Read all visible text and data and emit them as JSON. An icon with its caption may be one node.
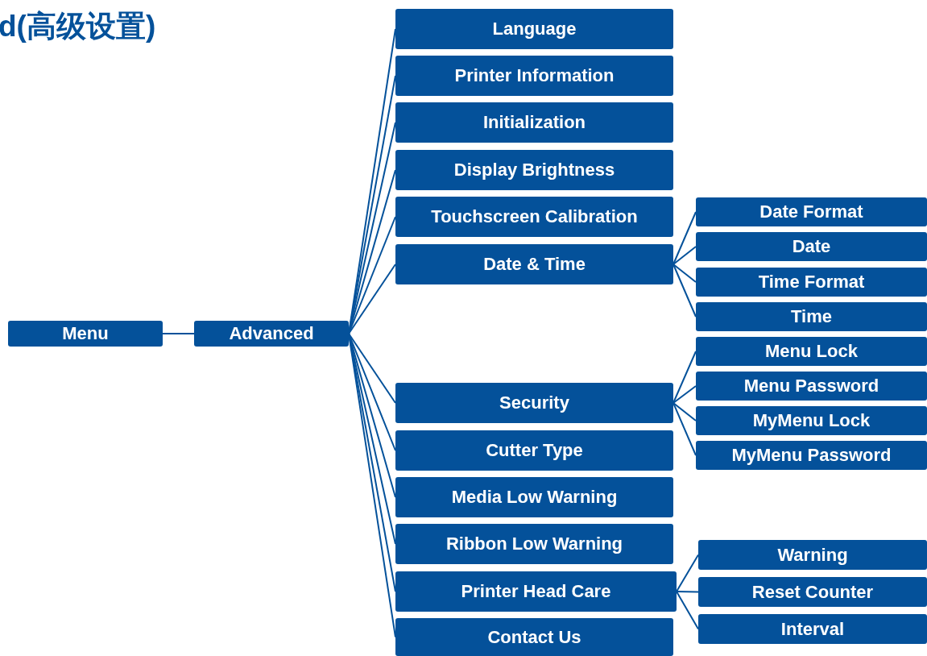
{
  "diagram": {
    "title": "d(高级设置)",
    "nodes": [
      {
        "text": [
          "Menu"
        ]
      },
      {
        "text": [
          "Advanced"
        ]
      },
      {
        "text": [
          "Language"
        ]
      },
      {
        "text": [
          "Printer Information"
        ]
      },
      {
        "text": [
          "Initialization"
        ]
      },
      {
        "text": [
          "Display Brightness"
        ]
      },
      {
        "text": [
          "Touchscreen Calibration"
        ]
      },
      {
        "text": [
          "Date & Time"
        ]
      },
      {
        "text": [
          "Date Format"
        ]
      },
      {
        "text": [
          "Date"
        ]
      },
      {
        "text": [
          "Time Format"
        ]
      },
      {
        "text": [
          "Time"
        ]
      },
      {
        "text": [
          "Security"
        ]
      },
      {
        "text": [
          "Menu Lock"
        ]
      },
      {
        "text": [
          "Menu Password"
        ]
      },
      {
        "text": [
          "MyMenu Lock"
        ]
      },
      {
        "text": [
          "MyMenu Password"
        ]
      },
      {
        "text": [
          "Cutter Type"
        ]
      },
      {
        "text": [
          "Media Low Warning"
        ]
      },
      {
        "text": [
          "Ribbon Low Warning"
        ]
      },
      {
        "text": [
          "Printer Head Care"
        ]
      },
      {
        "text": [
          "Warning"
        ]
      },
      {
        "text": [
          "Reset Counter"
        ]
      },
      {
        "text": [
          "Interval"
        ]
      },
      {
        "text": [
          "Contact Us"
        ]
      }
    ],
    "edges": [
      {
        "from": 0,
        "to": 1,
        "arrow": "none"
      },
      {
        "from": 1,
        "to": 2,
        "arrow": "none"
      },
      {
        "from": 1,
        "to": 3,
        "arrow": "none"
      },
      {
        "from": 1,
        "to": 4,
        "arrow": "none"
      },
      {
        "from": 1,
        "to": 5,
        "arrow": "none"
      },
      {
        "from": 1,
        "to": 6,
        "arrow": "none"
      },
      {
        "from": 1,
        "to": 7,
        "arrow": "none"
      },
      {
        "from": 7,
        "to": 8,
        "arrow": "none"
      },
      {
        "from": 7,
        "to": 9,
        "arrow": "none"
      },
      {
        "from": 7,
        "to": 10,
        "arrow": "none"
      },
      {
        "from": 7,
        "to": 11,
        "arrow": "none"
      },
      {
        "from": 1,
        "to": 12,
        "arrow": "none"
      },
      {
        "from": 12,
        "to": 13,
        "arrow": "none"
      },
      {
        "from": 12,
        "to": 14,
        "arrow": "none"
      },
      {
        "from": 12,
        "to": 15,
        "arrow": "none"
      },
      {
        "from": 12,
        "to": 16,
        "arrow": "none"
      },
      {
        "from": 1,
        "to": 17,
        "arrow": "none"
      },
      {
        "from": 1,
        "to": 18,
        "arrow": "none"
      },
      {
        "from": 1,
        "to": 19,
        "arrow": "none"
      },
      {
        "from": 1,
        "to": 20,
        "arrow": "none"
      },
      {
        "from": 20,
        "to": 21,
        "arrow": "none"
      },
      {
        "from": 20,
        "to": 22,
        "arrow": "none"
      },
      {
        "from": 20,
        "to": 23,
        "arrow": "none"
      },
      {
        "from": 1,
        "to": 24,
        "arrow": "none"
      }
    ]
  }
}
